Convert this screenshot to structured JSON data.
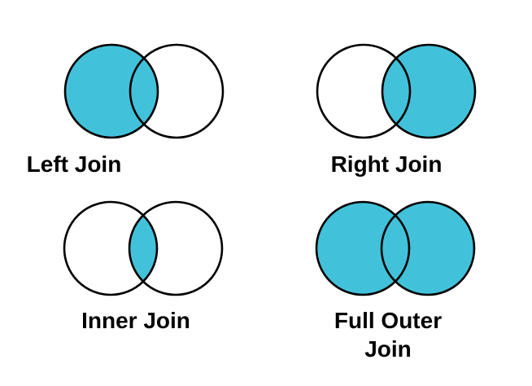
{
  "colors": {
    "region_fill": "#42C2DA",
    "outline": "#000000",
    "background": "#FFFFFF",
    "label_text": "#000000"
  },
  "diagrams": [
    {
      "label": "Left Join",
      "filled_regions": [
        "left",
        "intersection"
      ]
    },
    {
      "label": "Right Join",
      "filled_regions": [
        "right",
        "intersection"
      ]
    },
    {
      "label": "Inner Join",
      "filled_regions": [
        "intersection"
      ]
    },
    {
      "label": "Full Outer Join",
      "filled_regions": [
        "left",
        "right",
        "intersection"
      ]
    }
  ]
}
